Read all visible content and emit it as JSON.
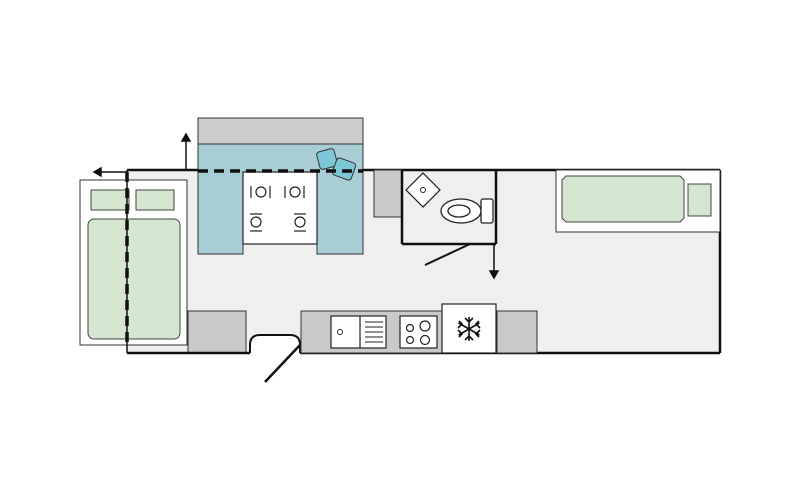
{
  "floorplan": {
    "colors": {
      "floor": "#efefef",
      "wall": "#1a1a1a",
      "bedding": "#d5e6d0",
      "seating": "#a8cdd5",
      "cushion": "#7ec7d6",
      "cabinet": "#c9c9c9",
      "slideout": "#cdcdcd",
      "white": "#ffffff"
    },
    "icons": {
      "place_setting": "fork-plate-knife-icon",
      "fridge": "snowflake-icon",
      "cooktop": "four-burner-stove-icon",
      "sink": "sink-with-drainer-icon",
      "toilet": "toilet-icon"
    },
    "rooms": [
      "front-bed",
      "dinette-slideout",
      "bathroom",
      "kitchen",
      "rear-bed"
    ]
  }
}
